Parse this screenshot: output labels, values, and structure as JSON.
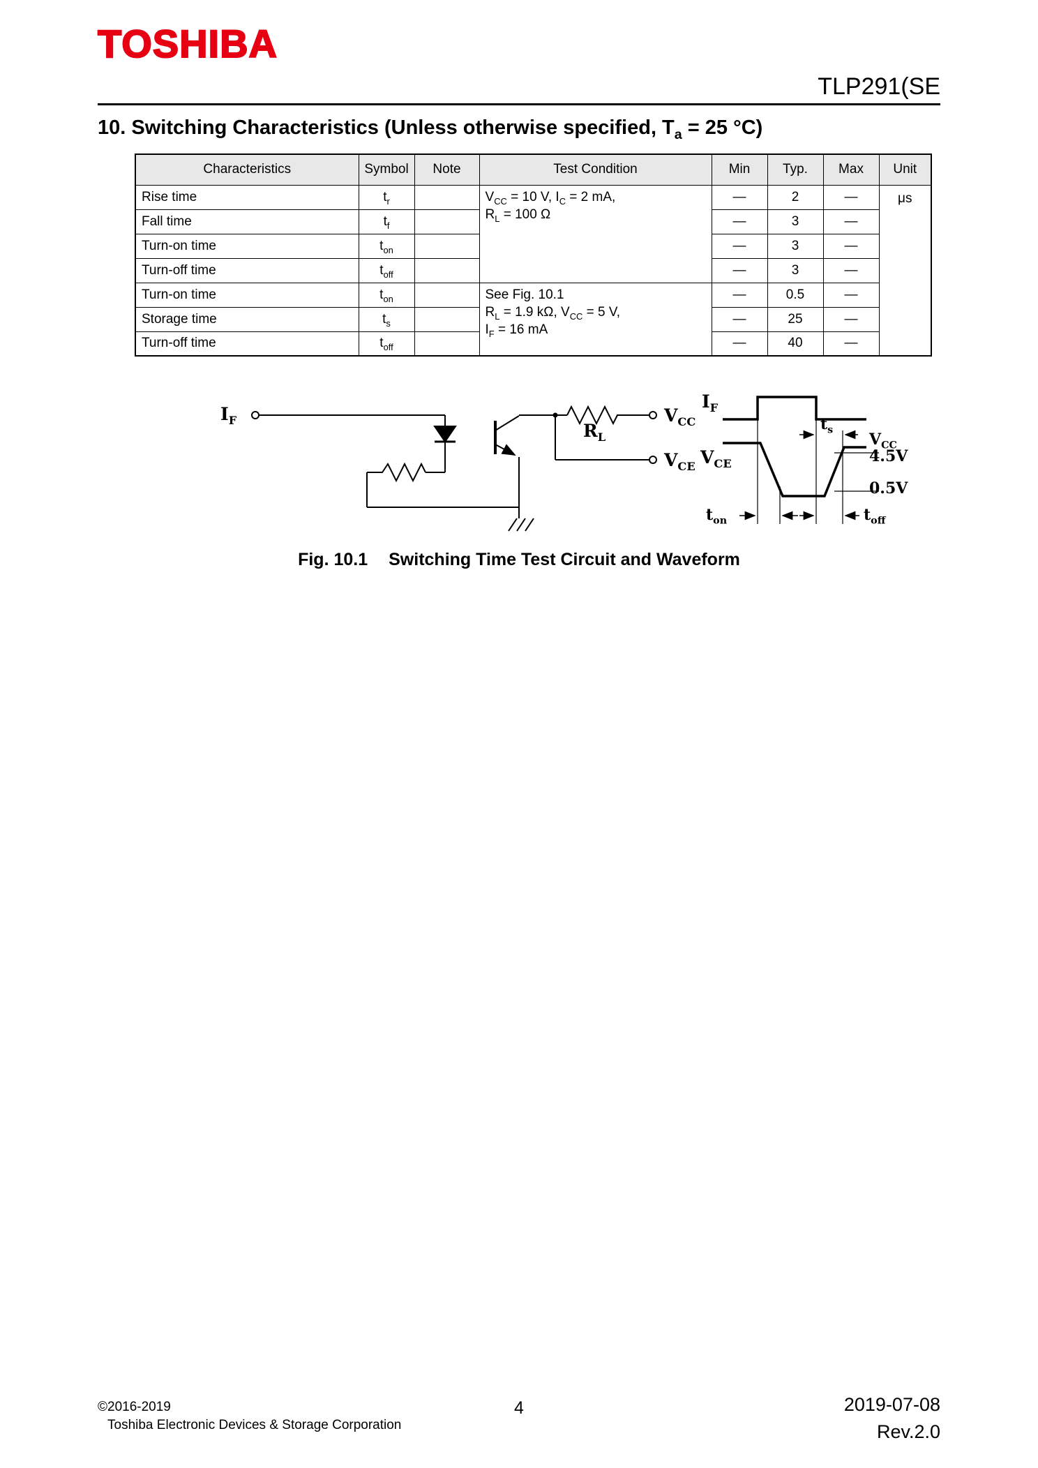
{
  "header": {
    "logo": "TOSHIBA",
    "part_number": "TLP291(SE"
  },
  "section": {
    "title": "10. Switching Characteristics (Unless otherwise specified, T_{a} = 25 °C)"
  },
  "table": {
    "headers": [
      "Characteristics",
      "Symbol",
      "Note",
      "Test Condition",
      "Min",
      "Typ.",
      "Max",
      "Unit"
    ],
    "rows": [
      {
        "name": "Rise time",
        "symbol": "t_{r}",
        "min": "—",
        "typ": "2",
        "max": "—"
      },
      {
        "name": "Fall time",
        "symbol": "t_{f}",
        "min": "—",
        "typ": "3",
        "max": "—"
      },
      {
        "name": "Turn-on time",
        "symbol": "t_{on}",
        "min": "—",
        "typ": "3",
        "max": "—"
      },
      {
        "name": "Turn-off time",
        "symbol": "t_{off}",
        "min": "—",
        "typ": "3",
        "max": "—"
      },
      {
        "name": "Turn-on time",
        "symbol": "t_{on}",
        "min": "—",
        "typ": "0.5",
        "max": "—"
      },
      {
        "name": "Storage time",
        "symbol": "t_{s}",
        "min": "—",
        "typ": "25",
        "max": "—"
      },
      {
        "name": "Turn-off time",
        "symbol": "t_{off}",
        "min": "—",
        "typ": "40",
        "max": "—"
      }
    ],
    "cond1": [
      "V_{CC} = 10 V, I_{C} = 2 mA,",
      "R_{L} = 100 Ω"
    ],
    "cond2": [
      "See Fig. 10.1",
      "R_{L} = 1.9 kΩ, V_{CC} = 5 V,",
      "I_{F} = 16 mA"
    ],
    "unit": "μs"
  },
  "figure": {
    "labels": {
      "if_in": "I_{F}",
      "rl": "R_{L}",
      "vcc_out": "V_{CC}",
      "vce_out": "V_{CE}",
      "if_wave": "I_{F}",
      "vce_wave": "V_{CE}",
      "ts": "t_{s}",
      "vcc_level": "V_{CC}",
      "level_45": "4.5V",
      "level_05": "0.5V",
      "ton": "t_{on}",
      "toff": "t_{off}"
    },
    "caption_number": "Fig. 10.1",
    "caption_title": "Switching Time Test Circuit and Waveform"
  },
  "footer": {
    "copyright": "©2016-2019",
    "company": "Toshiba Electronic Devices & Storage Corporation",
    "page": "4",
    "date": "2019-07-08",
    "revision": "Rev.2.0"
  },
  "colors": {
    "brand_red": "#e60012"
  }
}
